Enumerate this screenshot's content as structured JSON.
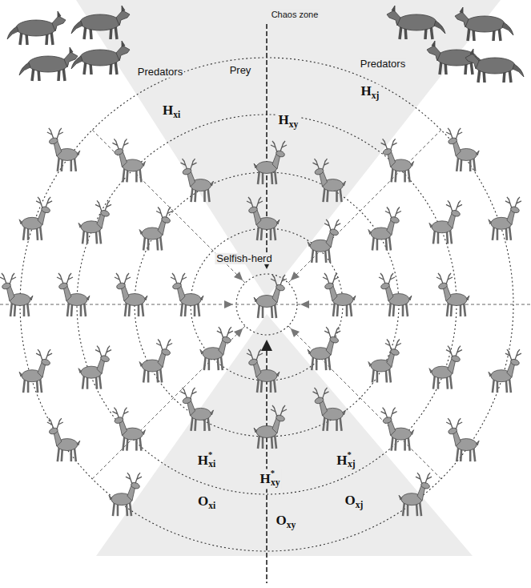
{
  "diagram": {
    "labels": [
      "Chaos zone",
      "Predators",
      "Prey",
      "Predators",
      "Hxi",
      "Hxj",
      "Hxy",
      "Selfish-herd",
      "H*xi",
      "H*xy",
      "H*xj",
      "Oxi",
      "Oxy",
      "Oxj"
    ]
  }
}
